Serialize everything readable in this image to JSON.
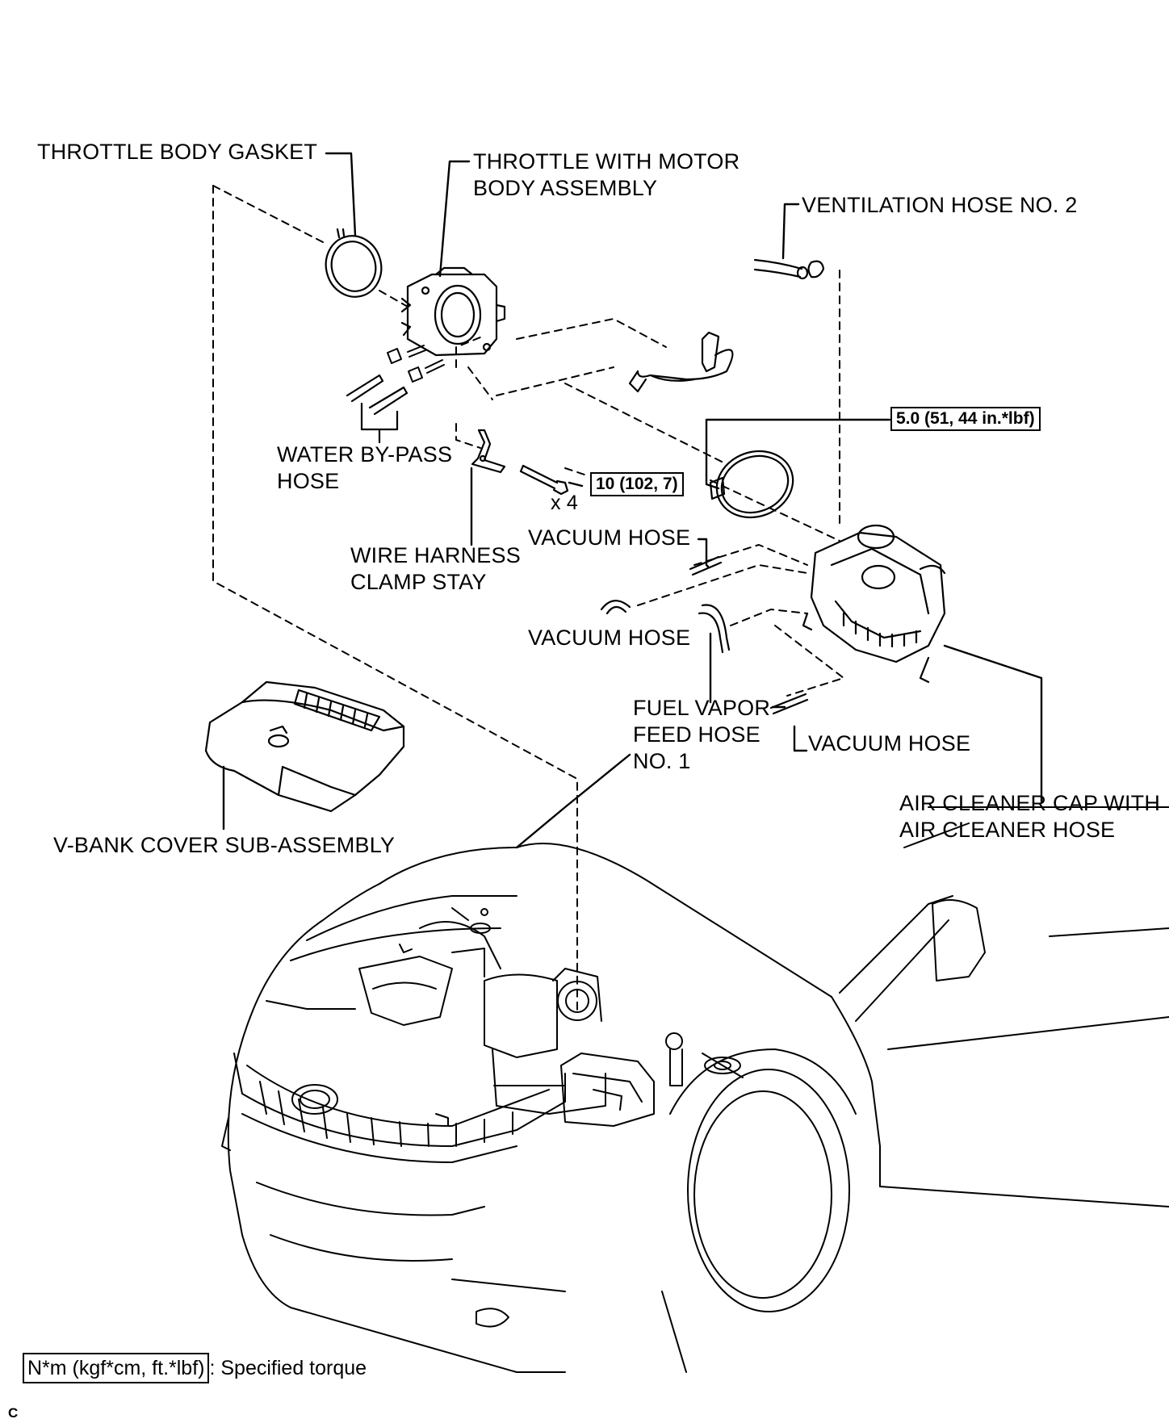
{
  "labels": {
    "throttle_body_gasket": "THROTTLE BODY GASKET",
    "throttle_motor_line1": "THROTTLE WITH MOTOR",
    "throttle_motor_line2": "BODY ASSEMBLY",
    "ventilation_hose": "VENTILATION HOSE NO. 2",
    "water_bypass_line1": "WATER BY-PASS",
    "water_bypass_line2": "HOSE",
    "wire_harness_line1": "WIRE HARNESS",
    "wire_harness_line2": "CLAMP STAY",
    "vacuum_hose_1": "VACUUM HOSE",
    "vacuum_hose_2": "VACUUM HOSE",
    "vacuum_hose_3": "VACUUM HOSE",
    "fuel_vapor_line1": "FUEL VAPOR",
    "fuel_vapor_line2": "FEED HOSE",
    "fuel_vapor_line3": "NO. 1",
    "air_cleaner_line1": "AIR CLEANER CAP WITH",
    "air_cleaner_line2": "AIR CLEANER HOSE",
    "vbank_cover": "V-BANK COVER SUB-ASSEMBLY",
    "qty": "x 4"
  },
  "torque": {
    "clamp": "5.0 (51, 44 in.*lbf)",
    "bolt": "10 (102, 7)"
  },
  "legend": {
    "unit": "N*m (kgf*cm, ft.*lbf)",
    "meaning": ": Specified torque"
  },
  "figure_code": "C",
  "style": {
    "line_color": "#000000",
    "background": "#ffffff"
  }
}
